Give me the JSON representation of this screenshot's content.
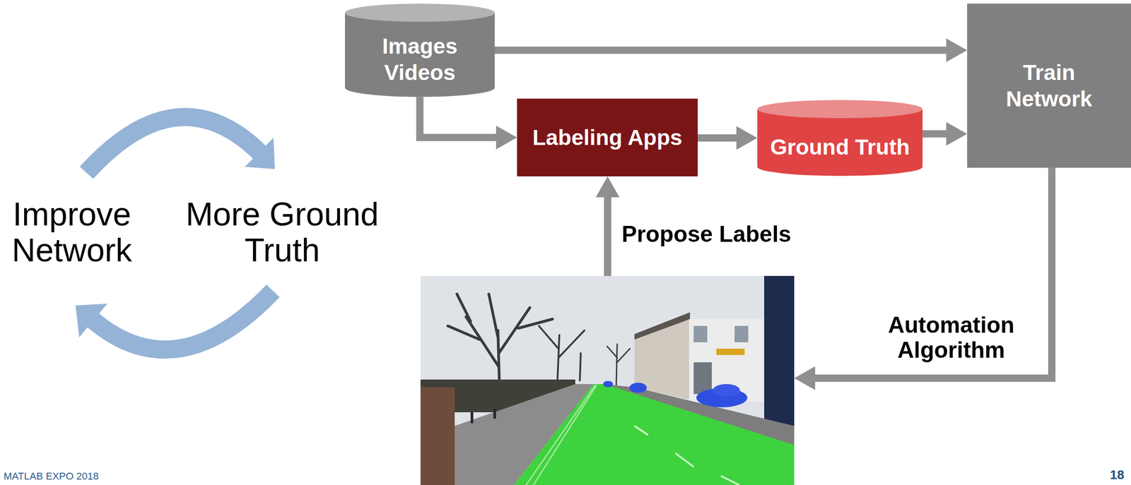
{
  "diagram": {
    "nodes": [
      {
        "text": [
          "Images Videos"
        ]
      },
      {
        "text": [
          "Train Network"
        ]
      },
      {
        "text": [
          "Labeling Apps"
        ]
      },
      {
        "text": [
          "Ground Truth"
        ]
      }
    ],
    "edges": [
      {
        "from": 0,
        "to": 1,
        "arrow": "to"
      },
      {
        "from": 0,
        "to": 2,
        "arrow": "to"
      },
      {
        "from": 2,
        "to": 3,
        "arrow": "to"
      },
      {
        "from": 3,
        "to": 1,
        "arrow": "to"
      }
    ],
    "labels": [
      "Propose Labels",
      "Automation Algorithm",
      "Improve Network",
      "More Ground Truth",
      "MATLAB EXPO 2018",
      "18"
    ]
  }
}
